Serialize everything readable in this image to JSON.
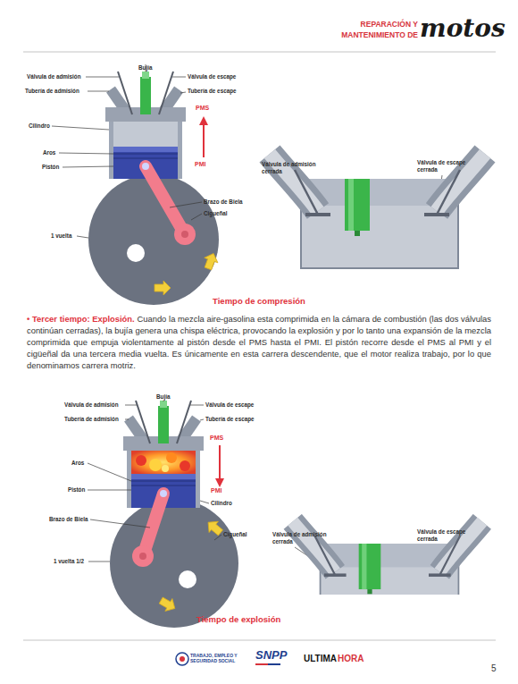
{
  "diagram": {
    "labels": [
      "REPARACIÓN Y",
      "MANTENIMIENTO DE",
      "motos",
      "Bujía",
      "Válvula de admisión",
      "Válvula de escape",
      "Tubería de admisión",
      "Tubería de escape",
      "PMS",
      "Cilindro",
      "PMI",
      "Aros",
      "Pistón",
      "Brazo de Biela",
      "Cigueñal",
      "1 vuelta",
      "Válvula de admisión cerrada",
      "Válvula de escape cerrada",
      "Tiempo de compresión",
      "• Tercer tiempo: Explosión.",
      "Cuando la mezcla aire-gasolina esta comprimida en la cámara de combustión (las dos válvulas continúan cerradas), la bujía genera una chispa eléctrica, provocando la explosión y por lo tanto una expansión de la mezcla comprimida que empuja violentamente al pistón desde el PMS hasta el PMI. El pistón recorre desde el PMS al PMI y el cigüeñal da una tercera media vuelta. Es únicamente en esta carrera descendente, que el motor realiza trabajo, por lo que denominamos carrera motriz.",
      "Bujía",
      "Válvula de admisión",
      "Válvula de escape",
      "Tubería de admisión",
      "Tubería de escape",
      "PMS",
      "Aros",
      "Pistón",
      "PMI",
      "Cilindro",
      "Brazo de Biela",
      "Cigueñal",
      "1 vuelta 1/2",
      "Válvula de admisión cerrada",
      "Válvula de escape cerrada",
      "Tiempo de explosión",
      "5",
      "TRABAJO, EMPLEO Y SEGURIDAD SOCIAL",
      "SNPP",
      "ULTIMA",
      "HORA"
    ]
  }
}
